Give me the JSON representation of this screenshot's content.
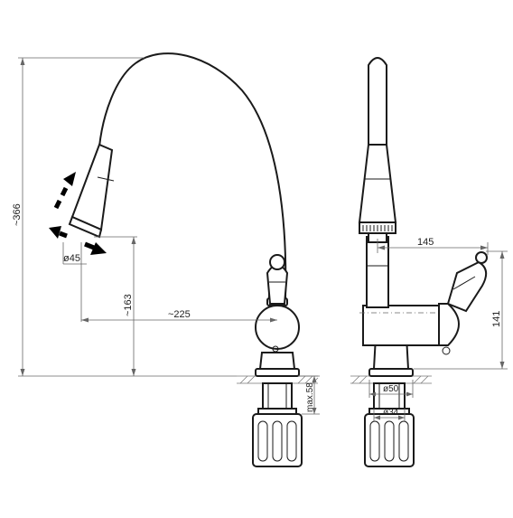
{
  "dimensions": {
    "overall_height": "~366",
    "spout_height": "~163",
    "spout_reach": "~225",
    "head_diameter": "ø45",
    "max_deck_thickness": "max.58",
    "side_depth": "145",
    "side_height": "141",
    "base_diameter": "ø50",
    "hole_diameter": "ø34"
  },
  "colors": {
    "line": "#1a1a1a",
    "dimension": "#666666",
    "arrow": "#000000"
  }
}
